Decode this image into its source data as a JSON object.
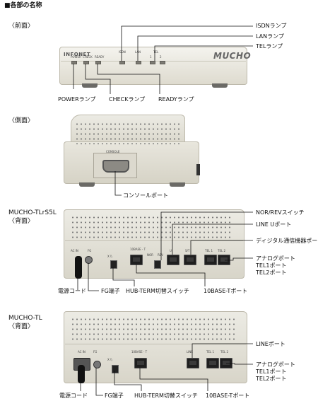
{
  "title": "■各部の名称",
  "sections": {
    "front": "〈前面〉",
    "side": "〈側面〉",
    "back1_model": "MUCHO-TLrS5L",
    "back1_view": "〈背面〉",
    "back2_model": "MUCHO-TL",
    "back2_view": "〈背面〉"
  },
  "front": {
    "logo": "INFONET",
    "brand": "MUCHO",
    "led_labels": [
      "POWER",
      "CHECK",
      "READY",
      "ISDN",
      "LAN",
      "TEL",
      "1",
      "2"
    ],
    "callouts": {
      "isdn": "ISDNランプ",
      "lan": "LANランプ",
      "tel": "TELランプ",
      "power": "POWERランプ",
      "check": "CHECKランプ",
      "ready": "READYランプ"
    }
  },
  "side": {
    "port_label": "CONSOLE",
    "callouts": {
      "console": "コンソールポート"
    }
  },
  "back1": {
    "port_labels": {
      "acin": "AC IN",
      "fg": "FG",
      "xx": "X  \\\\",
      "base": "10BASE - T",
      "nor": "NOR",
      "rev": "REV",
      "u": "U",
      "s": "S/T",
      "tel1": "TEL 1",
      "tel2": "TEL 2"
    },
    "callouts": {
      "norrev": "NOR/REVスイッチ",
      "lineu": "LINE Uポート",
      "digital": "ディジタル通信機器ポート",
      "analog": "アナログポート",
      "tel1": "TEL1ポート",
      "tel2": "TEL2ポート",
      "power": "電源コード",
      "fg": "FG端子",
      "hub": "HUB-TERM切替スイッチ",
      "base": "10BASE-Tポート"
    }
  },
  "back2": {
    "port_labels": {
      "acin": "AC IN",
      "fg": "FG",
      "xx": "X  \\\\",
      "base": "10BASE - T",
      "line": "LINE",
      "tel1": "TEL 1",
      "tel2": "TEL 2"
    },
    "callouts": {
      "line": "LINEポート",
      "analog": "アナログポート",
      "tel1": "TEL1ポート",
      "tel2": "TEL2ポート",
      "power": "電源コード",
      "fg": "FG端子",
      "hub": "HUB-TERM切替スイッチ",
      "base": "10BASE-Tポート"
    }
  }
}
